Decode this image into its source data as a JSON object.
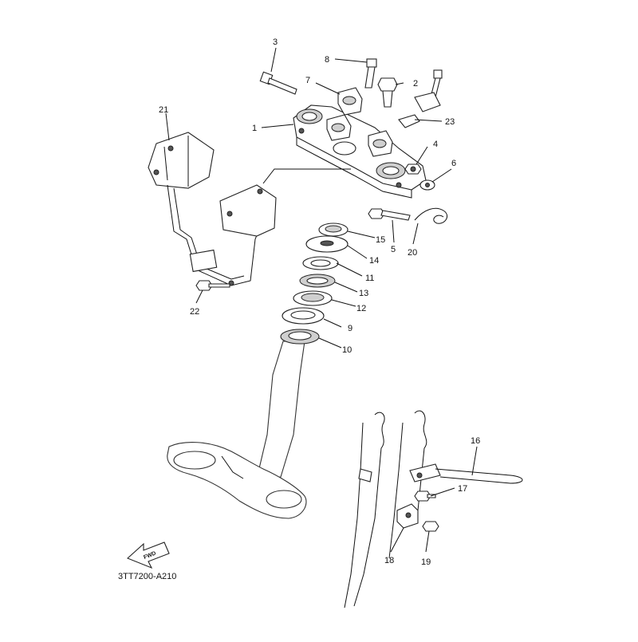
{
  "diagram_code": "3TT7200-A210",
  "fwd_label": "FWD",
  "callouts": [
    "1",
    "2",
    "3",
    "4",
    "5",
    "6",
    "7",
    "8",
    "9",
    "10",
    "11",
    "12",
    "13",
    "14",
    "15",
    "16",
    "17",
    "18",
    "19",
    "20",
    "21",
    "22",
    "23"
  ]
}
